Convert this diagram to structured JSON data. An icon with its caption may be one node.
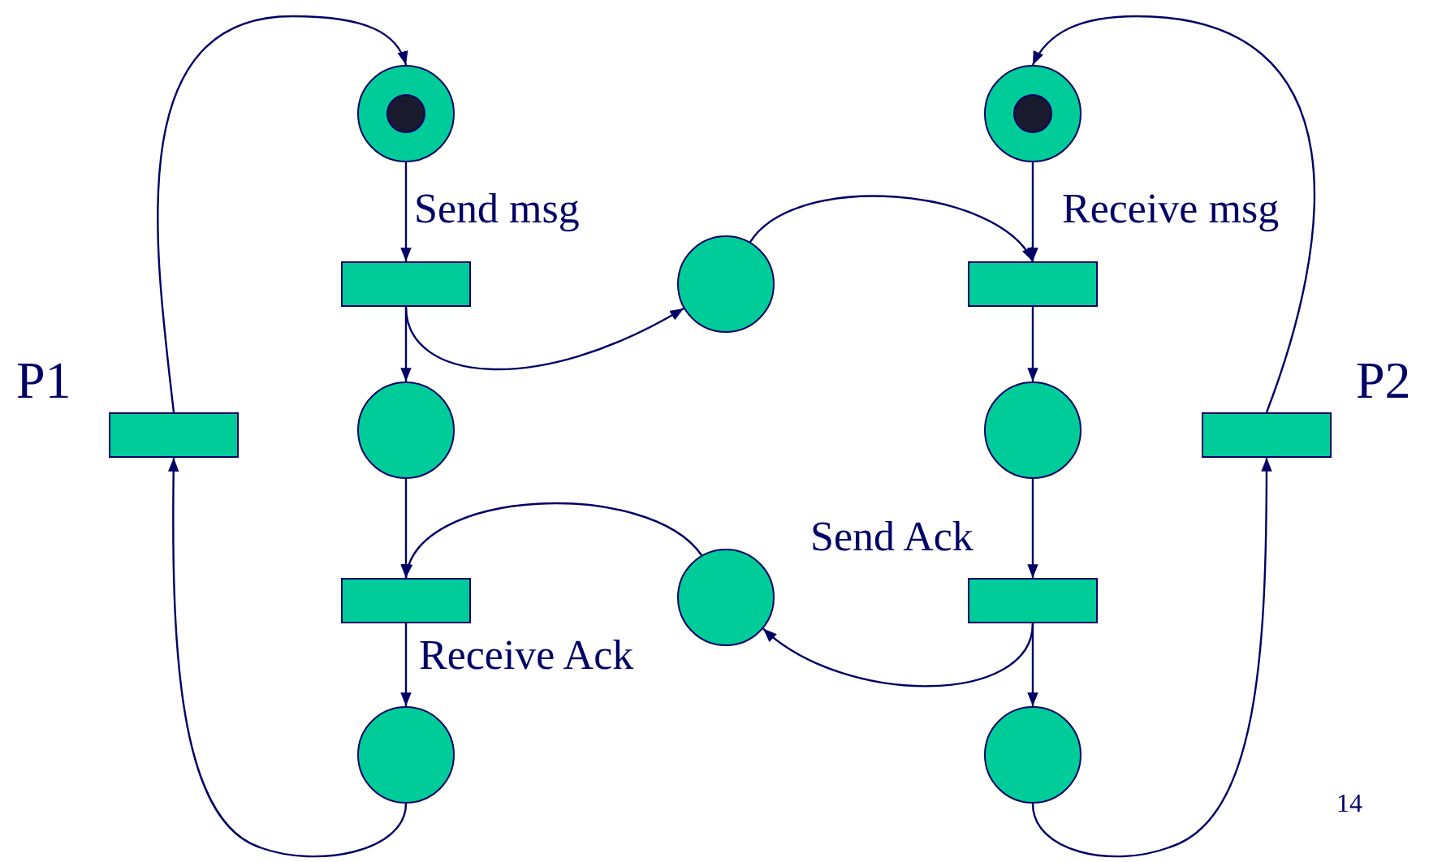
{
  "diagram": {
    "nodes": [
      {
        "text": [],
        "shape": "circle"
      },
      {
        "text": [],
        "shape": "circle",
        "in": 0
      },
      {
        "text": [],
        "shape": "circle"
      },
      {
        "text": [],
        "shape": "circle",
        "in": 2
      },
      {
        "text": [],
        "shape": "bar",
        "beside": [
          "Send msg"
        ]
      },
      {
        "text": [],
        "shape": "circle"
      },
      {
        "text": [],
        "shape": "bar",
        "beside": [
          "Receive msg"
        ]
      },
      {
        "text": [],
        "shape": "bar"
      },
      {
        "text": [],
        "shape": "circle"
      },
      {
        "text": [],
        "shape": "circle"
      },
      {
        "text": [],
        "shape": "bar"
      },
      {
        "text": [],
        "shape": "circle"
      },
      {
        "text": [],
        "shape": "bar",
        "beside": [
          "Receive Ack"
        ]
      },
      {
        "text": [],
        "shape": "bar",
        "beside": [
          "Send Ack"
        ]
      },
      {
        "text": [],
        "shape": "circle"
      },
      {
        "text": [],
        "shape": "circle"
      }
    ],
    "edges": [
      {
        "from": 0,
        "to": 4,
        "arrow": "to"
      },
      {
        "from": 4,
        "to": 8,
        "arrow": "to"
      },
      {
        "from": 4,
        "to": 5,
        "arrow": "to"
      },
      {
        "from": 5,
        "to": 6,
        "arrow": "to"
      },
      {
        "from": 2,
        "to": 6,
        "arrow": "to"
      },
      {
        "from": 6,
        "to": 9,
        "arrow": "to"
      },
      {
        "from": 8,
        "to": 12,
        "arrow": "to"
      },
      {
        "from": 11,
        "to": 12,
        "arrow": "to"
      },
      {
        "from": 12,
        "to": 14,
        "arrow": "to"
      },
      {
        "from": 14,
        "to": 7,
        "arrow": "to"
      },
      {
        "from": 7,
        "to": 0,
        "arrow": "to"
      },
      {
        "from": 9,
        "to": 13,
        "arrow": "to"
      },
      {
        "from": 13,
        "to": 11,
        "arrow": "to"
      },
      {
        "from": 13,
        "to": 15,
        "arrow": "to"
      },
      {
        "from": 15,
        "to": 10,
        "arrow": "to"
      },
      {
        "from": 10,
        "to": 2,
        "arrow": "to"
      }
    ],
    "labels": [
      "P1",
      "P2",
      "14"
    ]
  }
}
